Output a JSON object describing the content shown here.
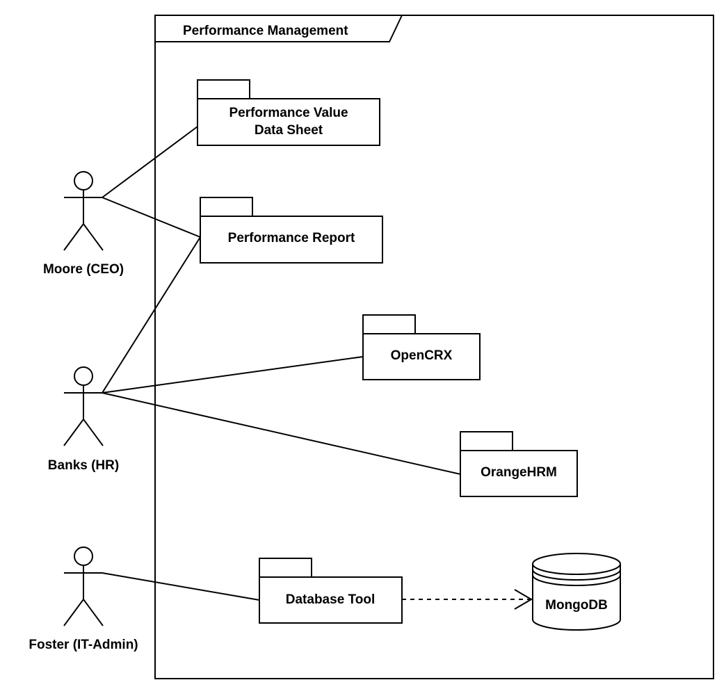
{
  "frame": {
    "title": "Performance Management"
  },
  "actors": {
    "moore": {
      "label": "Moore (CEO)"
    },
    "banks": {
      "label": "Banks (HR)"
    },
    "foster": {
      "label": "Foster (IT-Admin)"
    }
  },
  "packages": {
    "data_sheet": {
      "line1": "Performance Value",
      "line2": "Data Sheet"
    },
    "report": {
      "label": "Performance Report"
    },
    "opencrx": {
      "label": "OpenCRX"
    },
    "orangehrm": {
      "label": "OrangeHRM"
    },
    "db_tool": {
      "label": "Database Tool"
    }
  },
  "database": {
    "label": "MongoDB"
  }
}
